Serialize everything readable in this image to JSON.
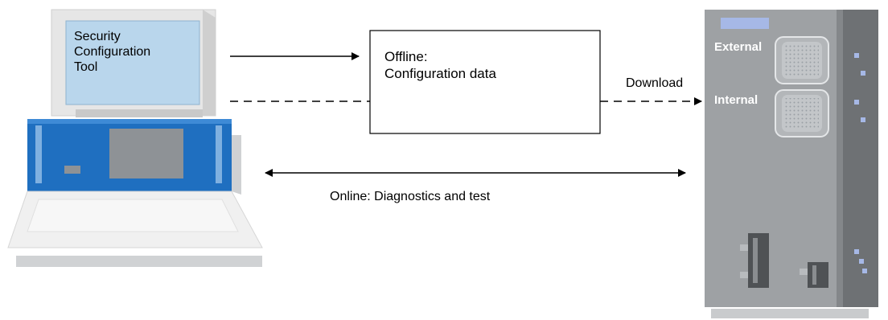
{
  "screen": {
    "lines": [
      "Security",
      "Configuration",
      "Tool"
    ]
  },
  "config_box": {
    "line1": "Offline:",
    "line2": "Configuration data"
  },
  "download_label": "Download",
  "online_label": "Online: Diagnostics and test",
  "device": {
    "external_label": "External",
    "internal_label": "Internal"
  },
  "colors": {
    "monitor": "#dcdcdc",
    "screen": "#b9d6ec",
    "laptop_body": "#1f6fc0",
    "device": "#9ea1a4",
    "device_side": "#6e7174",
    "led": "#a6b8e6"
  }
}
